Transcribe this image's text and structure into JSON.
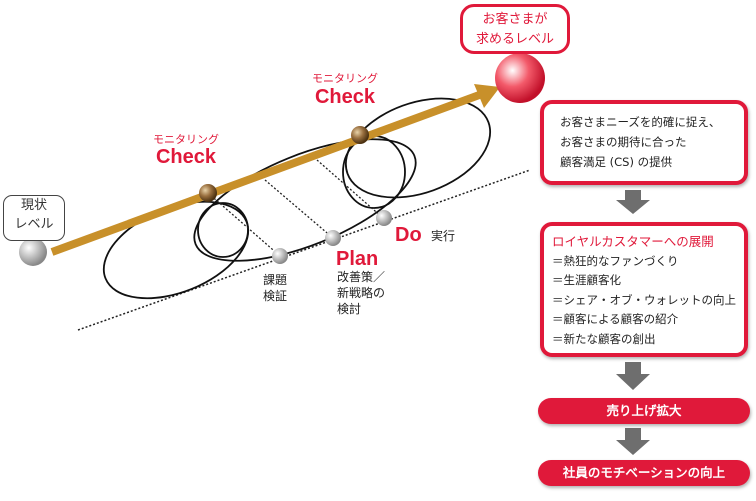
{
  "target_level": "お客さまが\n求めるレベル",
  "current_level": [
    "現状",
    "レベル"
  ],
  "check1": {
    "sub": "モニタリング",
    "title": "Check"
  },
  "check2": {
    "sub": "モニタリング",
    "title": "Check"
  },
  "issue": [
    "課題",
    "検証"
  ],
  "plan": {
    "title": "Plan",
    "desc": [
      "改善策／",
      "新戦略の",
      "検討"
    ]
  },
  "do": {
    "title": "Do",
    "desc": "実行"
  },
  "box1": [
    "お客さまニーズを的確に捉え、",
    "お客さまの期待に合った",
    "顧客満足 (CS) の提供"
  ],
  "box2": {
    "title": "ロイヤルカスタマーへの展開",
    "items": [
      "＝熱狂的なファンづくり",
      "＝生涯顧客化",
      "＝シェア・オブ・ウォレットの向上",
      "＝顧客による顧客の紹介",
      "＝新たな顧客の創出"
    ]
  },
  "pill1": "売り上げ拡大",
  "pill2": "社員のモチベーションの向上",
  "colors": {
    "accent": "#e0193a",
    "arrow": "#c8902a"
  }
}
